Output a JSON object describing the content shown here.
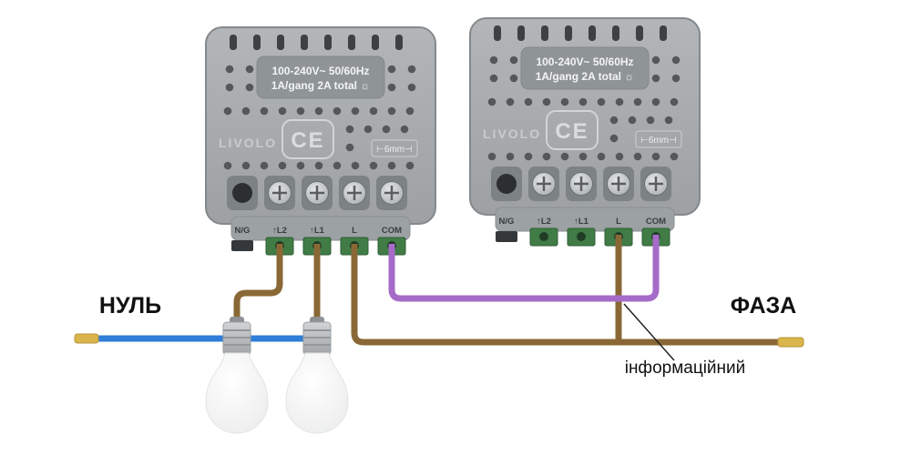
{
  "diagram_type": "wiring-diagram",
  "labels": {
    "neutral": "НУЛЬ",
    "phase": "ФАЗА",
    "info_wire": "інформаційний"
  },
  "module": {
    "brand": "LIVOLO",
    "rating_line1": "100-240V~  50/60Hz",
    "rating_line2": "1A/gang 2A total ☼",
    "ce_mark": "CE",
    "wire_gauge": "⊢6mm⊣",
    "terminals": [
      "N/G",
      "↑L2",
      "↑L1",
      "L",
      "COM"
    ]
  },
  "colors": {
    "neutral_wire": "#2f7ed8",
    "load_wire": "#8a6836",
    "info_wire": "#a66bc9",
    "wire_tip": "#d9b54b"
  }
}
